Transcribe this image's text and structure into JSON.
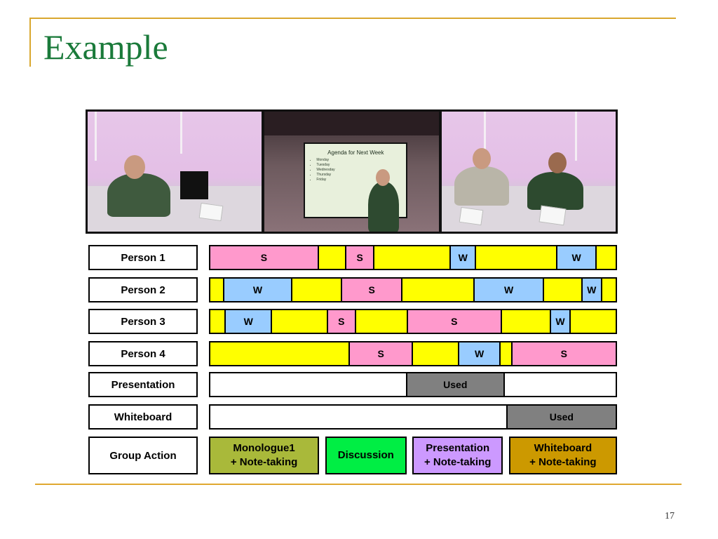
{
  "slide": {
    "title": "Example",
    "page_number": "17"
  },
  "video": {
    "slide_title": "Agenda for Next Week",
    "slide_items": [
      "Monday",
      "Tuesday",
      "Wednesday",
      "Thursday",
      "Friday"
    ]
  },
  "colors": {
    "speaking": "#ff99cc",
    "writing": "#99ccff",
    "idle": "#ffff00",
    "used": "#808080",
    "monologue": "#a9b93a",
    "discussion": "#00ee44",
    "presentation": "#cc99ff",
    "whiteboard": "#cc9900"
  },
  "rows": [
    {
      "label": "Person 1",
      "segments": [
        {
          "state": "speaking",
          "text": "S",
          "start": 0,
          "end": 0.268
        },
        {
          "state": "idle",
          "text": "",
          "start": 0.268,
          "end": 0.336
        },
        {
          "state": "speaking",
          "text": "S",
          "start": 0.336,
          "end": 0.405
        },
        {
          "state": "idle",
          "text": "",
          "start": 0.405,
          "end": 0.594
        },
        {
          "state": "writing",
          "text": "W",
          "start": 0.594,
          "end": 0.656
        },
        {
          "state": "idle",
          "text": "",
          "start": 0.656,
          "end": 0.857
        },
        {
          "state": "writing",
          "text": "W",
          "start": 0.857,
          "end": 0.953
        },
        {
          "state": "idle",
          "text": "",
          "start": 0.953,
          "end": 1
        }
      ]
    },
    {
      "label": "Person 2",
      "segments": [
        {
          "state": "idle",
          "text": "",
          "start": 0,
          "end": 0.034
        },
        {
          "state": "writing",
          "text": "W",
          "start": 0.034,
          "end": 0.203
        },
        {
          "state": "idle",
          "text": "",
          "start": 0.203,
          "end": 0.326
        },
        {
          "state": "speaking",
          "text": "S",
          "start": 0.326,
          "end": 0.474
        },
        {
          "state": "idle",
          "text": "",
          "start": 0.474,
          "end": 0.653
        },
        {
          "state": "writing",
          "text": "W",
          "start": 0.653,
          "end": 0.823
        },
        {
          "state": "idle",
          "text": "",
          "start": 0.823,
          "end": 0.918
        },
        {
          "state": "writing",
          "text": "W",
          "start": 0.918,
          "end": 0.967
        },
        {
          "state": "idle",
          "text": "",
          "start": 0.967,
          "end": 1
        }
      ]
    },
    {
      "label": "Person 3",
      "segments": [
        {
          "state": "idle",
          "text": "",
          "start": 0,
          "end": 0.038
        },
        {
          "state": "writing",
          "text": "W",
          "start": 0.038,
          "end": 0.153
        },
        {
          "state": "idle",
          "text": "",
          "start": 0.153,
          "end": 0.29
        },
        {
          "state": "speaking",
          "text": "S",
          "start": 0.29,
          "end": 0.36
        },
        {
          "state": "idle",
          "text": "",
          "start": 0.36,
          "end": 0.488
        },
        {
          "state": "speaking",
          "text": "S",
          "start": 0.488,
          "end": 0.719
        },
        {
          "state": "idle",
          "text": "",
          "start": 0.719,
          "end": 0.84
        },
        {
          "state": "writing",
          "text": "W",
          "start": 0.84,
          "end": 0.89
        },
        {
          "state": "idle",
          "text": "",
          "start": 0.89,
          "end": 1
        }
      ]
    },
    {
      "label": "Person 4",
      "segments": [
        {
          "state": "idle",
          "text": "",
          "start": 0,
          "end": 0.345
        },
        {
          "state": "speaking",
          "text": "S",
          "start": 0.345,
          "end": 0.5
        },
        {
          "state": "idle",
          "text": "",
          "start": 0.5,
          "end": 0.615
        },
        {
          "state": "writing",
          "text": "W",
          "start": 0.615,
          "end": 0.716
        },
        {
          "state": "idle",
          "text": "",
          "start": 0.716,
          "end": 0.745
        },
        {
          "state": "speaking",
          "text": "S",
          "start": 0.745,
          "end": 1
        }
      ]
    },
    {
      "label": "Presentation",
      "segments": [
        {
          "state": "none",
          "text": "",
          "start": 0,
          "end": 0.486
        },
        {
          "state": "used",
          "text": "Used",
          "start": 0.486,
          "end": 0.726
        },
        {
          "state": "none",
          "text": "",
          "start": 0.726,
          "end": 1
        }
      ]
    },
    {
      "label": "Whiteboard",
      "segments": [
        {
          "state": "none",
          "text": "",
          "start": 0,
          "end": 0.733
        },
        {
          "state": "used",
          "text": "Used",
          "start": 0.733,
          "end": 1
        }
      ]
    }
  ],
  "group_action": {
    "label": "Group Action",
    "blocks": [
      {
        "text": "Monologue1\n+ Note-taking",
        "state": "monologue",
        "start": 0,
        "end": 0.27
      },
      {
        "text": "Discussion",
        "state": "discussion",
        "start": 0.285,
        "end": 0.484
      },
      {
        "text": "Presentation\n+ Note-taking",
        "state": "presentation",
        "start": 0.499,
        "end": 0.72
      },
      {
        "text": "Whiteboard\n+ Note-taking",
        "state": "whiteboard",
        "start": 0.735,
        "end": 1
      }
    ]
  }
}
